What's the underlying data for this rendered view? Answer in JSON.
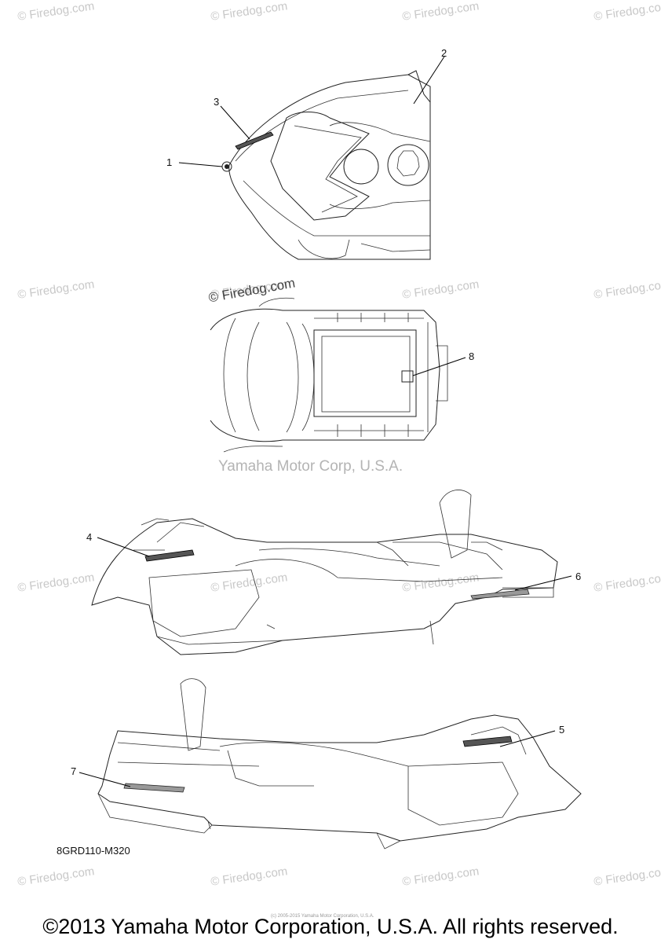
{
  "watermarks": [
    "© Firedog.com",
    "© Firedog.com",
    "© Firedog.com",
    "© Firedog.com",
    "© Firedog.com",
    "© Firedog.com",
    "© Firedog.com",
    "© Firedog.com",
    "© Firedog.com",
    "© Firedog.com",
    "© Firedog.com",
    "© Firedog.com",
    "© Firedog.com",
    "© Firedog.com",
    "© Firedog.com",
    "© Firedog.com"
  ],
  "watermark_center": "© Firedog.com",
  "watermark_yamaha": "Yamaha Motor Corp, U.S.A.",
  "callouts": [
    "1",
    "2",
    "3",
    "4",
    "5",
    "6",
    "7",
    "8"
  ],
  "diagram_code": "8GRD110-M320",
  "tiny_copyright": "(c) 2005-2015 Yamaha Motor Corporation, U.S.A.",
  "footer": "©2013 Yamaha Motor Corporation, U.S.A. All rights reserved."
}
